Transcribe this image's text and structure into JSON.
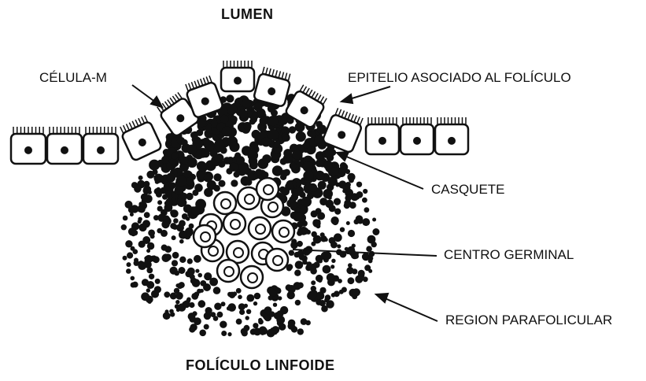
{
  "diagram": {
    "title_top": "LUMEN",
    "title_bottom": "FOLÍCULO LINFOIDE",
    "labels": {
      "m_cell": "CÉLULA-M",
      "epithelium": "EPITELIO ASOCIADO AL FOLÍCULO",
      "cap": "CASQUETE",
      "germinal_center": "CENTRO GERMINAL",
      "parafollicular": "REGION PARAFOLICULAR"
    },
    "colors": {
      "ink": "#111111",
      "background": "#ffffff"
    }
  }
}
